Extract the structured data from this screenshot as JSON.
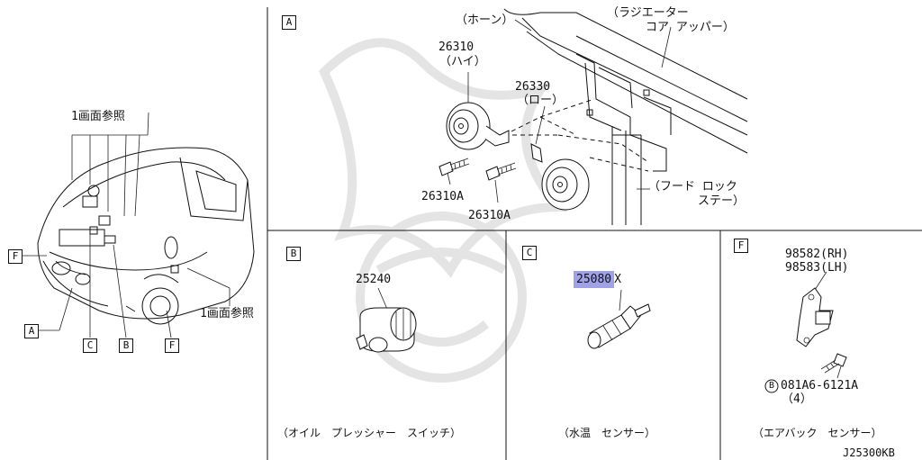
{
  "overview": {
    "ref_top": "1画面参照",
    "ref_right": "1画面参照",
    "callouts": [
      "F",
      "A",
      "C",
      "B",
      "F"
    ]
  },
  "panel_a": {
    "letter": "A",
    "horn_label": "（ホーン）",
    "radiator_label_1": "（ラジエーター",
    "radiator_label_2": "コア アッパー）",
    "part_high_no": "26310",
    "part_high_name": "（ハイ）",
    "part_low_no": "26330",
    "part_low_name": "（ロー）",
    "bolt_1": "26310A",
    "bolt_2": "26310A",
    "hood_label_1": "（フード ロック",
    "hood_label_2": "ステー）"
  },
  "panel_b": {
    "letter": "B",
    "part_no": "25240",
    "caption": "（オイル　プレッシャー　スイッチ）"
  },
  "panel_c": {
    "letter": "C",
    "part_no_highlight": "25080",
    "part_no_suffix": "X",
    "caption": "（水温　センサー）"
  },
  "panel_f": {
    "letter": "F",
    "part_rh": "98582(RH)",
    "part_lh": "98583(LH)",
    "bolt_circle": "B",
    "bolt_no": "081A6-6121A",
    "bolt_qty": "（4）",
    "caption": "（エアバック　センサー）"
  },
  "diagram_code": "J25300KB"
}
